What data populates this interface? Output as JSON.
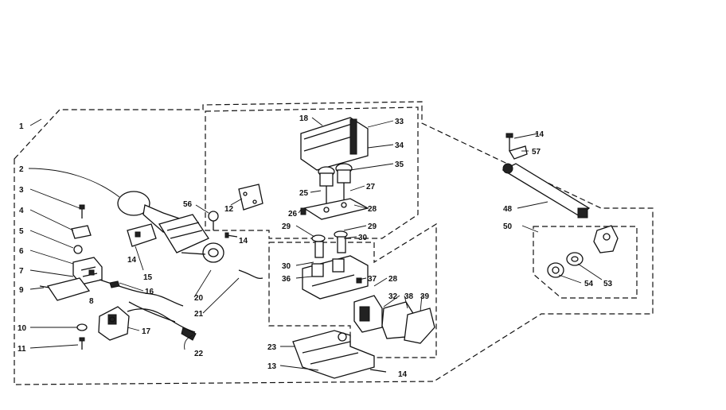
{
  "diagram": {
    "part_numbers": [
      "1",
      "2",
      "3",
      "4",
      "5",
      "6",
      "7",
      "8",
      "9",
      "10",
      "11",
      "12",
      "13",
      "14",
      "15",
      "16",
      "17",
      "18",
      "20",
      "21",
      "22",
      "23",
      "25",
      "26",
      "27",
      "28",
      "29",
      "30",
      "32",
      "33",
      "34",
      "35",
      "36",
      "37",
      "38",
      "39",
      "48",
      "50",
      "53",
      "54",
      "56",
      "57"
    ]
  },
  "labels": {
    "p1": "1",
    "p2": "2",
    "p3": "3",
    "p4": "4",
    "p5": "5",
    "p6": "6",
    "p7": "7",
    "p8": "8",
    "p9": "9",
    "p10": "10",
    "p11": "11",
    "p12": "12",
    "p13": "13",
    "p14a": "14",
    "p14b": "14",
    "p14c": "14",
    "p14d": "14",
    "p15": "15",
    "p16": "16",
    "p17": "17",
    "p18": "18",
    "p20": "20",
    "p21": "21",
    "p22": "22",
    "p23": "23",
    "p25": "25",
    "p26": "26",
    "p27": "27",
    "p28a": "28",
    "p28b": "28",
    "p29a": "29",
    "p29b": "29",
    "p30a": "30",
    "p30b": "30",
    "p32": "32",
    "p33": "33",
    "p34": "34",
    "p35": "35",
    "p36": "36",
    "p37": "37",
    "p38": "38",
    "p39": "39",
    "p48": "48",
    "p50": "50",
    "p53": "53",
    "p54": "54",
    "p56": "56",
    "p57": "57"
  }
}
